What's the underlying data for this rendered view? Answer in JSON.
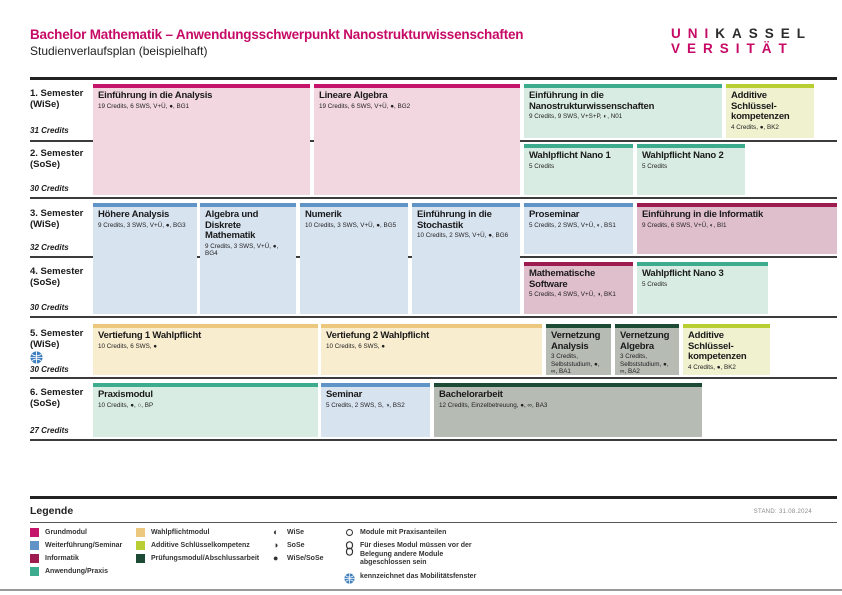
{
  "header": {
    "title": "Bachelor Mathematik – Anwendungsschwerpunkt Nanostrukturwissenschaften",
    "subtitle": "Studienverlaufsplan (beispielhaft)",
    "logo": {
      "uni": "UNI",
      "kassel": "KASSEL",
      "versitat": "VERSITÄT"
    },
    "stand": "STAND: 31.08.2024"
  },
  "semesters": {
    "s1": {
      "name": "1. Semester",
      "term": "(WiSe)",
      "credits": "31 Credits"
    },
    "s2": {
      "name": "2. Semester",
      "term": "(SoSe)",
      "credits": "30 Credits"
    },
    "s3": {
      "name": "3. Semester",
      "term": "(WiSe)",
      "credits": "32 Credits"
    },
    "s4": {
      "name": "4. Semester",
      "term": "(SoSe)",
      "credits": "30 Credits"
    },
    "s5": {
      "name": "5. Semester",
      "term": "(WiSe)",
      "credits": "30 Credits"
    },
    "s6": {
      "name": "6. Semester",
      "term": "(SoSe)",
      "credits": "27 Credits"
    }
  },
  "modules": {
    "analysis": {
      "title": "Einführung in die Analysis",
      "sub": "19 Credits, 6 SWS, V+Ü, ●, BG1"
    },
    "lineare_algebra": {
      "title": "Lineare Algebra",
      "sub": "19 Credits, 6 SWS, V+Ü, ●, BG2"
    },
    "nano_intro": {
      "title": "Einführung in die Nanostrukturwissenschaften",
      "sub": "9 Credits, 9 SWS, V+S+P, ◐, N01"
    },
    "additive_1": {
      "title": "Additive Schlüssel­kompetenzen",
      "sub": "4 Credits, ●, BK2"
    },
    "nano1": {
      "title": "Wahlpflicht Nano 1",
      "sub": "5 Credits"
    },
    "nano2": {
      "title": "Wahlpflicht Nano 2",
      "sub": "5 Credits"
    },
    "hoehere_analysis": {
      "title": "Höhere Analysis",
      "sub": "9 Credits, 3 SWS, V+Ü, ●, BG3"
    },
    "algebra_diskret": {
      "title": "Algebra und Diskrete Mathematik",
      "sub": "9 Credits, 3 SWS, V+Ü, ●, BG4"
    },
    "numerik": {
      "title": "Numerik",
      "sub": "10 Credits, 3 SWS, V+Ü, ●, BG5"
    },
    "stochastik": {
      "title": "Einführung in die Stochastik",
      "sub": "10 Credits, 2 SWS, V+Ü, ●, BG6"
    },
    "proseminar": {
      "title": "Proseminar",
      "sub": "5 Credits, 2 SWS, V+Ü, ◐, BS1"
    },
    "informatik_intro": {
      "title": "Einführung in die Informatik",
      "sub": "9 Credits, 6 SWS, V+Ü, ◐, BI1"
    },
    "math_software": {
      "title": "Mathematische Software",
      "sub": "5 Credits, 4 SWS, V+Ü, ◑, BK1"
    },
    "nano3": {
      "title": "Wahlpflicht Nano 3",
      "sub": "5 Credits"
    },
    "vertiefung1": {
      "title": "Vertiefung 1 Wahlpflicht",
      "sub": "10 Credits, 6 SWS, ●"
    },
    "vertiefung2": {
      "title": "Vertiefung 2 Wahlpflicht",
      "sub": "10 Credits, 6 SWS, ●"
    },
    "vernetzung_analysis": {
      "title": "Vernetzung Analysis",
      "sub": "3 Credits, Selbststu­dium, ●, ∞, BA1"
    },
    "vernetzung_algebra": {
      "title": "Vernetzung Algebra",
      "sub": "3 Credits, Selbststu­dium, ●, ∞, BA2"
    },
    "additive_2": {
      "title": "Additive Schlüssel­kompetenzen",
      "sub": "4 Credits, ●, BK2"
    },
    "praxismodul": {
      "title": "Praxismodul",
      "sub": "10 Credits, ●, ○, BP"
    },
    "seminar": {
      "title": "Seminar",
      "sub": "5 Credits, 2 SWS, S, ◑, BS2"
    },
    "bachelorarbeit": {
      "title": "Bachelorarbeit",
      "sub": "12 Credits, Einzelbetreuung, ●, ∞, BA3"
    }
  },
  "legend": {
    "heading": "Legende",
    "categories": [
      {
        "label": "Grundmodul",
        "color": "#c4156a"
      },
      {
        "label": "Weiterführung/Seminar",
        "color": "#6094c6"
      },
      {
        "label": "Informatik",
        "color": "#9e1b50"
      },
      {
        "label": "Anwendung/Praxis",
        "color": "#3cab8e"
      },
      {
        "label": "Wahlpflichtmodul",
        "color": "#ecc77e"
      },
      {
        "label": "Additive Schlüsselkompetenz",
        "color": "#b9ce33"
      },
      {
        "label": "Prüfungsmodul/Abschlussarbeit",
        "color": "#1d4a34"
      }
    ],
    "terms": [
      {
        "icon": "◐",
        "label": "WiSe"
      },
      {
        "icon": "◑",
        "label": "SoSe"
      },
      {
        "icon": "●",
        "label": "WiSe/SoSe"
      }
    ],
    "notes": [
      {
        "icon": "circle-outline-icon",
        "label": "Module mit Praxisanteilen"
      },
      {
        "icon": "chain-icon",
        "label": "Für dieses Modul müssen vor der Belegung andere Module abgeschlossen sein"
      },
      {
        "icon": "globe-icon",
        "label": "kennzeichnet das Mobilitätsfenster"
      }
    ]
  }
}
